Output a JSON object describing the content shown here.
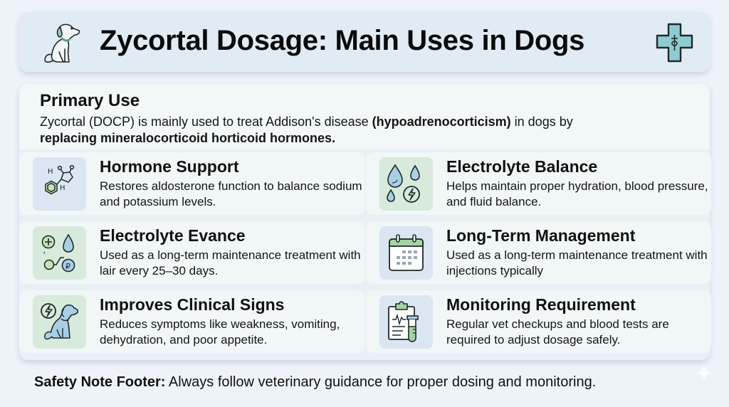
{
  "header": {
    "title": "Zycortal Dosage: Main Uses in Dogs",
    "left_icon": "dog-icon",
    "right_icon": "medical-cross-caduceus-icon"
  },
  "primary_use": {
    "title": "Primary Use",
    "text_part1": "Zycortal (DOCP) is mainly used to treat Addison's disease ",
    "text_bold1": "(hypoadrenocorticism)",
    "text_part2": " in dogs by ",
    "text_bold2": "replacing mineralocorticoid horticoid hormones."
  },
  "cards": [
    {
      "title": "Hormone Support",
      "description": "Restores aldosterone function to balance sodium and potassium levels.",
      "icon": "molecule-icon",
      "icon_bg": "#dae6f2"
    },
    {
      "title": "Electrolyte Balance",
      "description": "Helps maintain proper hydration, blood pressure, and fluid balance.",
      "icon": "water-drops-lightning-icon",
      "icon_bg": "#d7eadb"
    },
    {
      "title": "Electrolyte Evance",
      "description": "Used as a long-term maintenance treatment with lair every 25–30 days.",
      "icon": "ions-drop-icon",
      "icon_bg": "#d7eadb"
    },
    {
      "title": "Long-Term Management",
      "description": "Used as a long-term maintenance treatment with injections typically",
      "icon": "calendar-icon",
      "icon_bg": "#dae6f2"
    },
    {
      "title": "Improves Clinical Signs",
      "description": "Reduces symptoms like weakness, vomiting, dehydration, and poor appetite.",
      "icon": "dog-energy-icon",
      "icon_bg": "#d7eadb"
    },
    {
      "title": "Monitoring Requirement",
      "description": "Regular vet checkups and blood tests are required to adjust dosage safely.",
      "icon": "clipboard-test-tube-icon",
      "icon_bg": "#dae6f2"
    }
  ],
  "footer": {
    "label": "Safety Note Footer:",
    "text": " Always follow veterinary guidance for proper dosing and monitoring."
  },
  "colors": {
    "background": "#eef3f9",
    "header_bg": "#e0ebf4",
    "card_bg": "#f1f6f7",
    "icon_blue": "#dae6f2",
    "icon_green": "#d7eadb",
    "accent_teal": "#8fcbd2",
    "text": "#111111"
  }
}
